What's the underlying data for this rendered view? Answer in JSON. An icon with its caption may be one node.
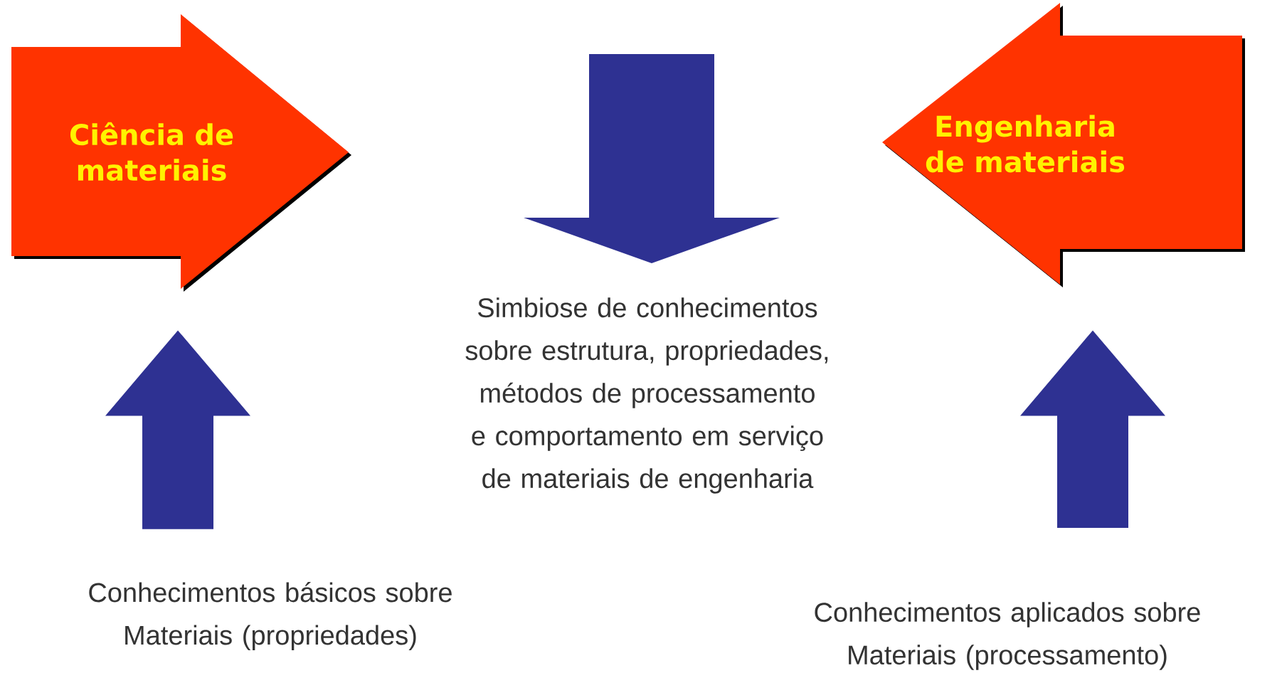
{
  "diagram": {
    "nodes": [
      {
        "text": [
          "Ciência de materiais"
        ]
      },
      {
        "text": [
          "Engenharia de materiais"
        ]
      },
      {
        "text": [
          "Simbiose de conhecimentos sobre estrutura, propriedades, métodos de processamento e comportamento em serviço de materiais de engenharia"
        ]
      },
      {
        "text": [
          "Conhecimentos básicos sobre Materiais (propriedades)"
        ]
      },
      {
        "text": [
          "Conhecimentos aplicados sobre Materiais (processamento)"
        ]
      }
    ],
    "edges": [
      {
        "from": null,
        "to": 2,
        "arrow": "to"
      },
      {
        "from": 3,
        "to": 0,
        "arrow": "to"
      },
      {
        "from": 4,
        "to": 1,
        "arrow": "to"
      }
    ]
  }
}
